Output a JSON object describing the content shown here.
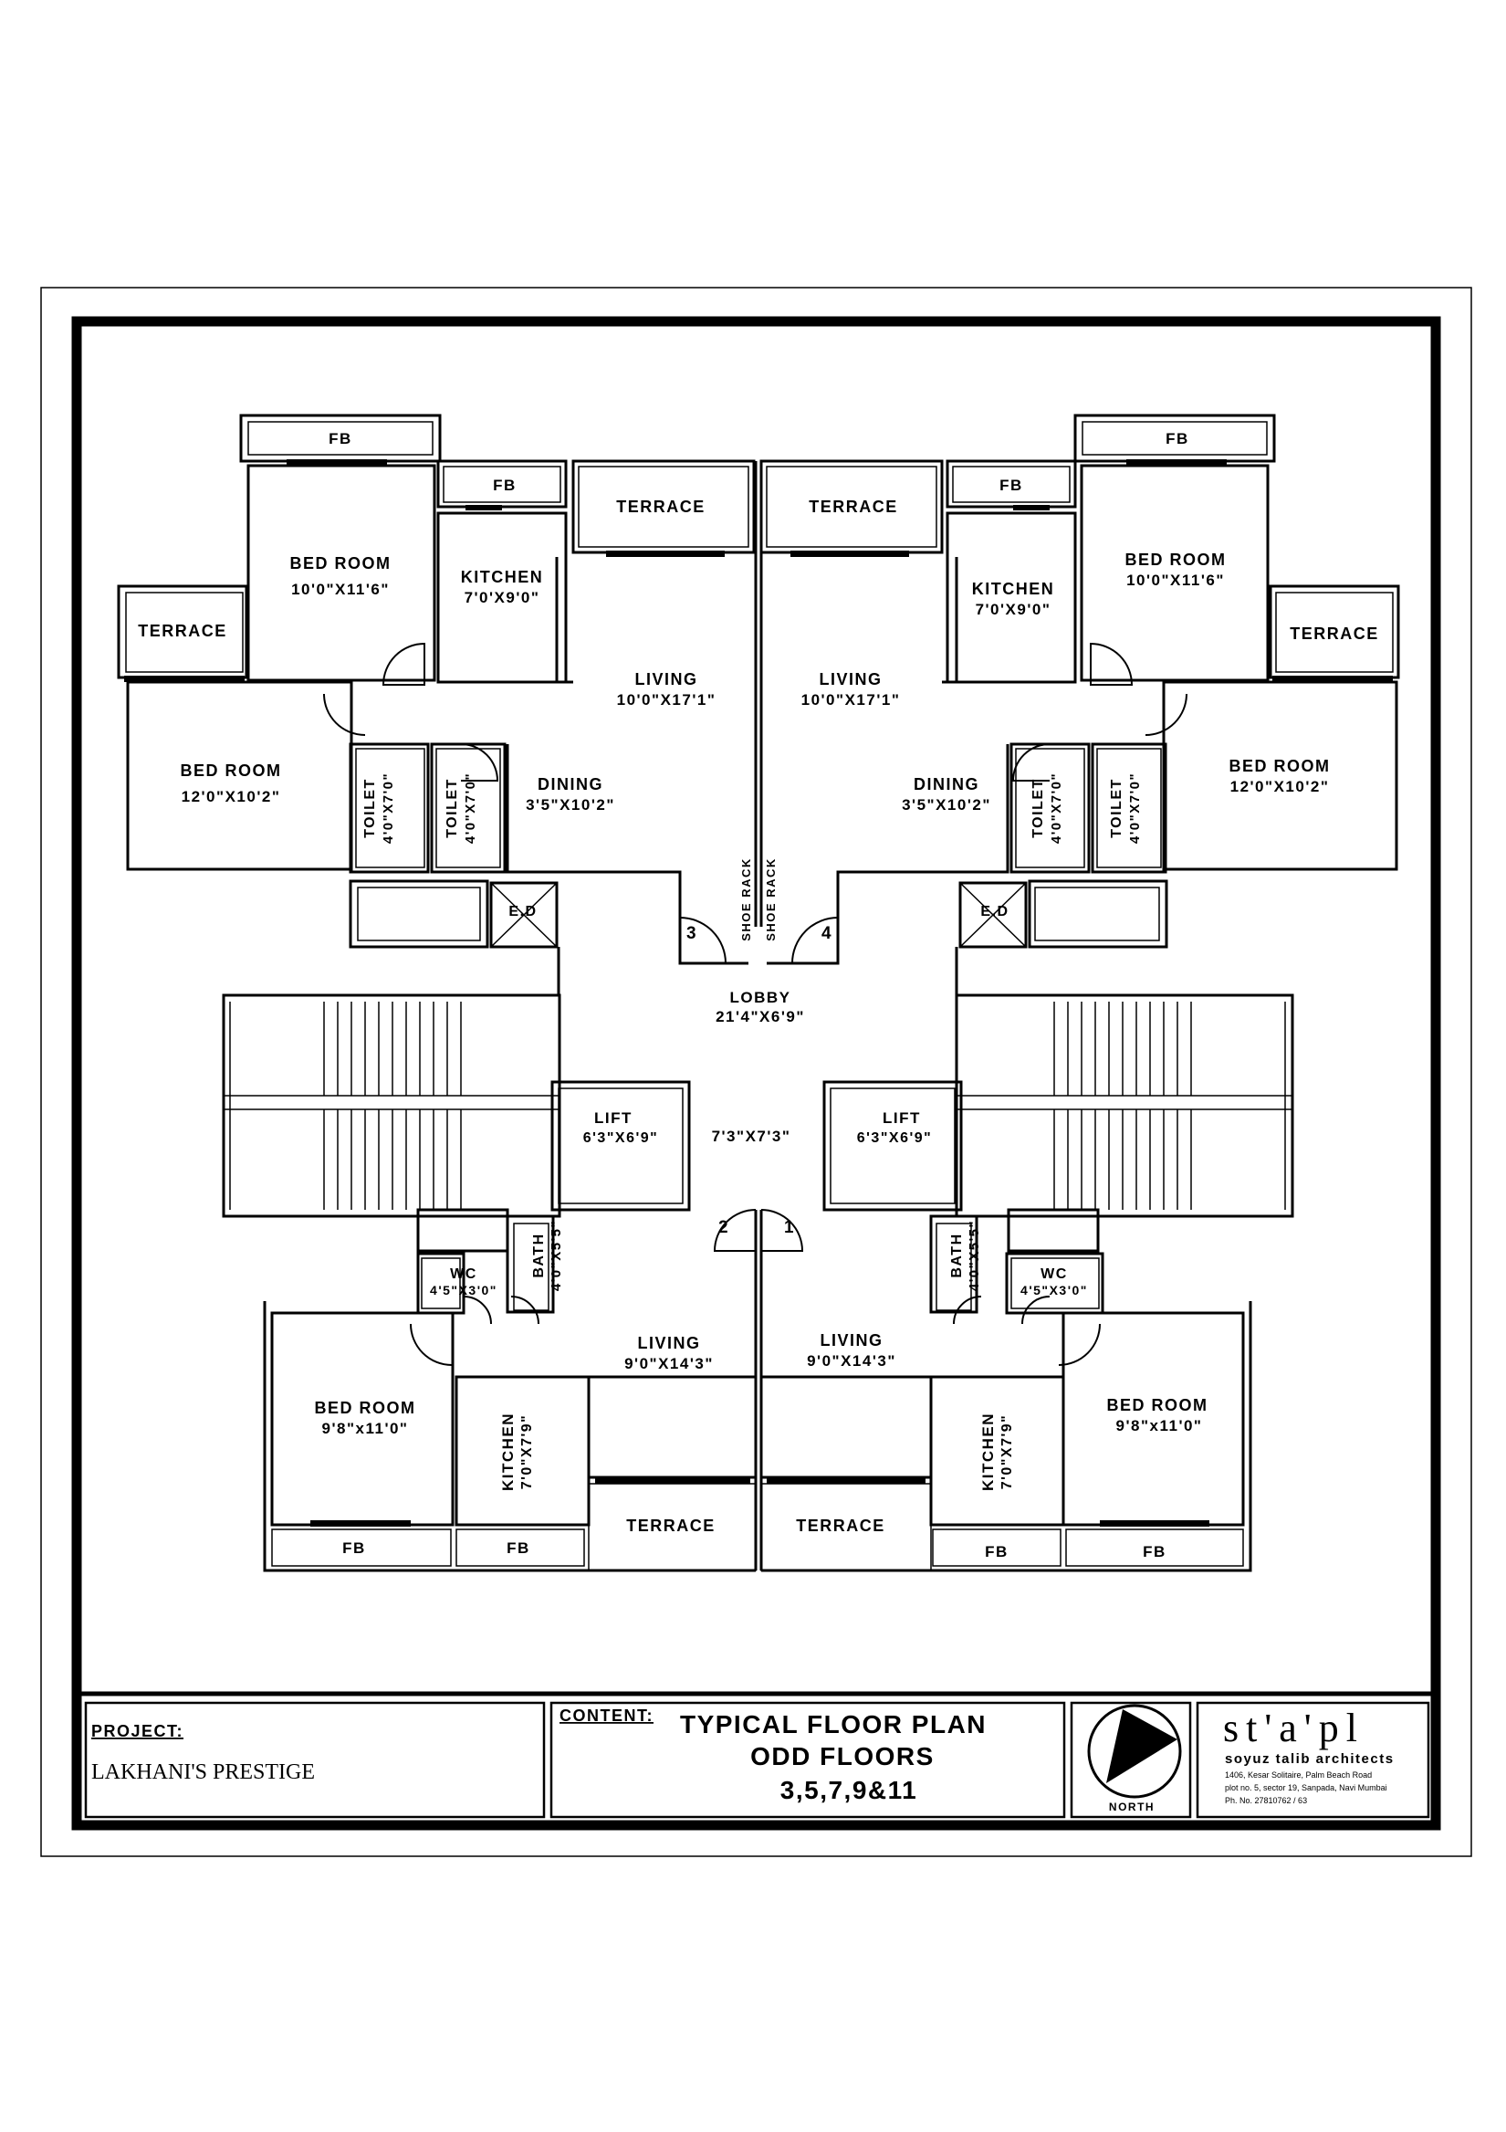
{
  "plan": {
    "fb": "FB",
    "terrace": "TERRACE",
    "bed_room": "BED ROOM",
    "kitchen": "KITCHEN",
    "living": "LIVING",
    "dining": "DINING",
    "toilet": "TOILET",
    "wc": "WC",
    "bath": "BATH",
    "lift": "LIFT",
    "lobby": "LOBBY",
    "shoe_rack": "SHOE RACK",
    "ed": "E.D",
    "dims": {
      "bed_top": "10'0\"X11'6\"",
      "kitchen_top": "7'0'X9'0\"",
      "living_top": "10'0\"X17'1\"",
      "bed_mid": "12'0\"X10'2\"",
      "toilet": "4'0\"X7'0\"",
      "dining": "3'5\"X10'2\"",
      "lobby": "21'4\"X6'9\"",
      "lift": "6'3\"X6'9\"",
      "passage": "7'3\"X7'3\"",
      "bath": "4'0\"X5'5\"",
      "wc": "4'5\"X3'0\"",
      "living_bot": "9'0\"X14'3\"",
      "bed_bot_left": "9'8\"x11'0\"",
      "bed_bot_right": "9'8\"x11'0\"",
      "kitchen_bot": "7'0\"X7'9\""
    },
    "flats": [
      "1",
      "2",
      "3",
      "4"
    ]
  },
  "title_block": {
    "project_label": "PROJECT:",
    "project_name": "LAKHANI'S PRESTIGE",
    "content_label": "CONTENT:",
    "title_line1": "TYPICAL FLOOR PLAN",
    "title_line2": "ODD FLOORS",
    "title_line3": "3,5,7,9&11",
    "north": "NORTH",
    "firm_logo": "st'a'pl",
    "firm_name": "soyuz talib architects",
    "firm_addr1": "1406, Kesar Solitaire, Palm Beach Road",
    "firm_addr2": "plot no. 5, sector 19, Sanpada, Navi Mumbai",
    "firm_phone": "Ph. No. 27810762 / 63"
  }
}
